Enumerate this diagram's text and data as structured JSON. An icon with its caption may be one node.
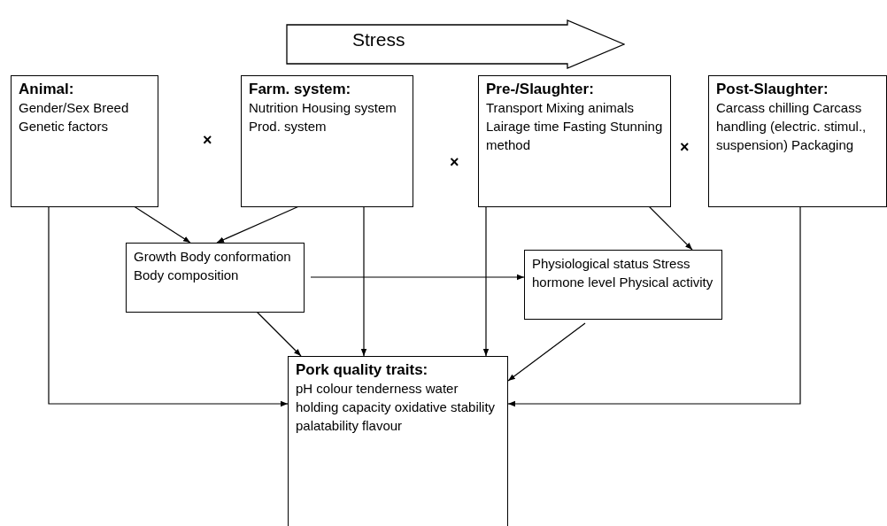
{
  "diagram": {
    "nodes": [
      {
        "text": [
          "Stress"
        ]
      },
      {
        "text": [
          "Animal:",
          "Gender/Sex Breed Genetic factors"
        ]
      },
      {
        "text": [
          "Farm. system:",
          "Nutrition Housing system Prod. system"
        ]
      },
      {
        "text": [
          "Pre-/Slaughter:",
          "Transport Mixing animals Lairage time Fasting Stunning method"
        ]
      },
      {
        "text": [
          "Post-Slaughter:",
          "Carcass chilling Carcass handling (electric. stimul., suspension) Packaging"
        ]
      },
      {
        "text": [
          "Growth Body conformation Body composition"
        ]
      },
      {
        "text": [
          "Physiological status Stress hormone level Physical activity"
        ]
      },
      {
        "text": [
          "Pork quality traits:",
          "pH colour tenderness water holding capacity oxidative stability palatability flavour"
        ]
      }
    ],
    "edges": [
      {
        "from": 1,
        "to": 5,
        "arrow": "to"
      },
      {
        "from": 2,
        "to": 5,
        "arrow": "to"
      },
      {
        "from": 2,
        "to": 7,
        "arrow": "to"
      },
      {
        "from": 5,
        "to": 6,
        "arrow": "to"
      },
      {
        "from": 5,
        "to": 7,
        "arrow": "to"
      },
      {
        "from": 3,
        "to": 7,
        "arrow": "to"
      },
      {
        "from": 3,
        "to": 6,
        "arrow": "to"
      },
      {
        "from": 6,
        "to": 7,
        "arrow": "to"
      },
      {
        "from": 1,
        "to": 7,
        "arrow": "to"
      },
      {
        "from": 4,
        "to": 7,
        "arrow": "to"
      }
    ],
    "labels": [
      "×",
      "×",
      "×"
    ]
  }
}
